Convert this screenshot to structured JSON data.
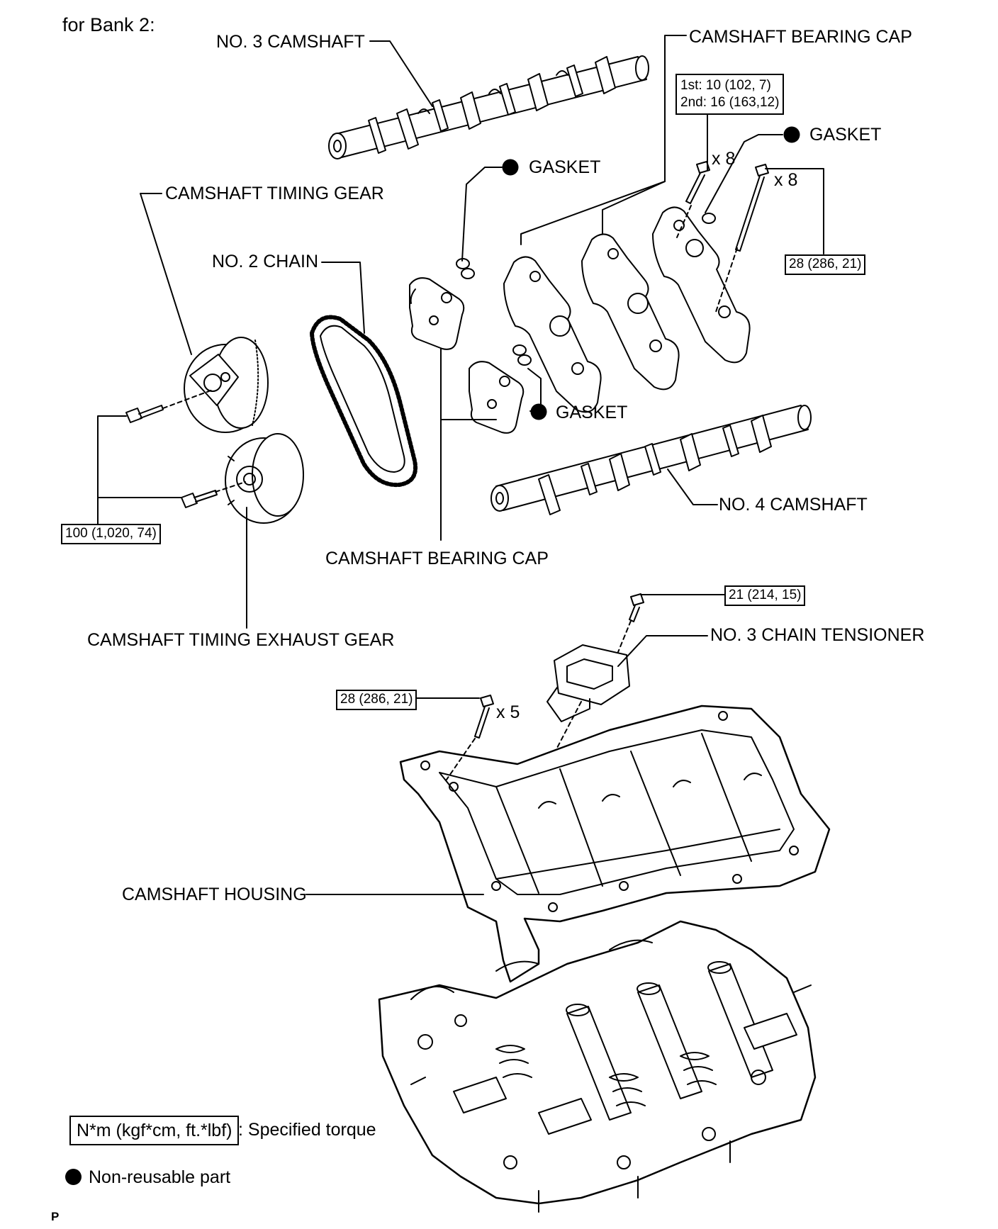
{
  "header": {
    "title": "for Bank 2:"
  },
  "labels": {
    "no3_camshaft": "NO. 3 CAMSHAFT",
    "camshaft_bearing_cap_top": "CAMSHAFT BEARING CAP",
    "gasket_top_right": "GASKET",
    "gasket_mid": "GASKET",
    "gasket_lower": "GASKET",
    "camshaft_timing_gear": "CAMSHAFT TIMING GEAR",
    "no2_chain": "NO. 2 CHAIN",
    "no4_camshaft": "NO. 4 CAMSHAFT",
    "camshaft_bearing_cap_bottom": "CAMSHAFT BEARING CAP",
    "camshaft_timing_exhaust_gear": "CAMSHAFT TIMING EXHAUST GEAR",
    "no3_chain_tensioner": "NO. 3 CHAIN TENSIONER",
    "camshaft_housing": "CAMSHAFT HOUSING"
  },
  "torques": {
    "bearing_cap_line1": "1st: 10 (102, 7)",
    "bearing_cap_line2": "2nd: 16 (163,12)",
    "bearing_cap_bolts": "28 (286, 21)",
    "timing_gear": "100 (1,020, 74)",
    "tensioner": "21 (214, 15)",
    "housing": "28 (286, 21)"
  },
  "multipliers": {
    "cap_bolts_a": "x 8",
    "cap_bolts_b": "x 8",
    "housing_bolts": "x 5"
  },
  "legend": {
    "torque_box": "N*m (kgf*cm, ft.*lbf)",
    "torque_desc": ": Specified torque",
    "nonreusable": "Non-reusable part"
  },
  "footer": {
    "code": "P"
  }
}
